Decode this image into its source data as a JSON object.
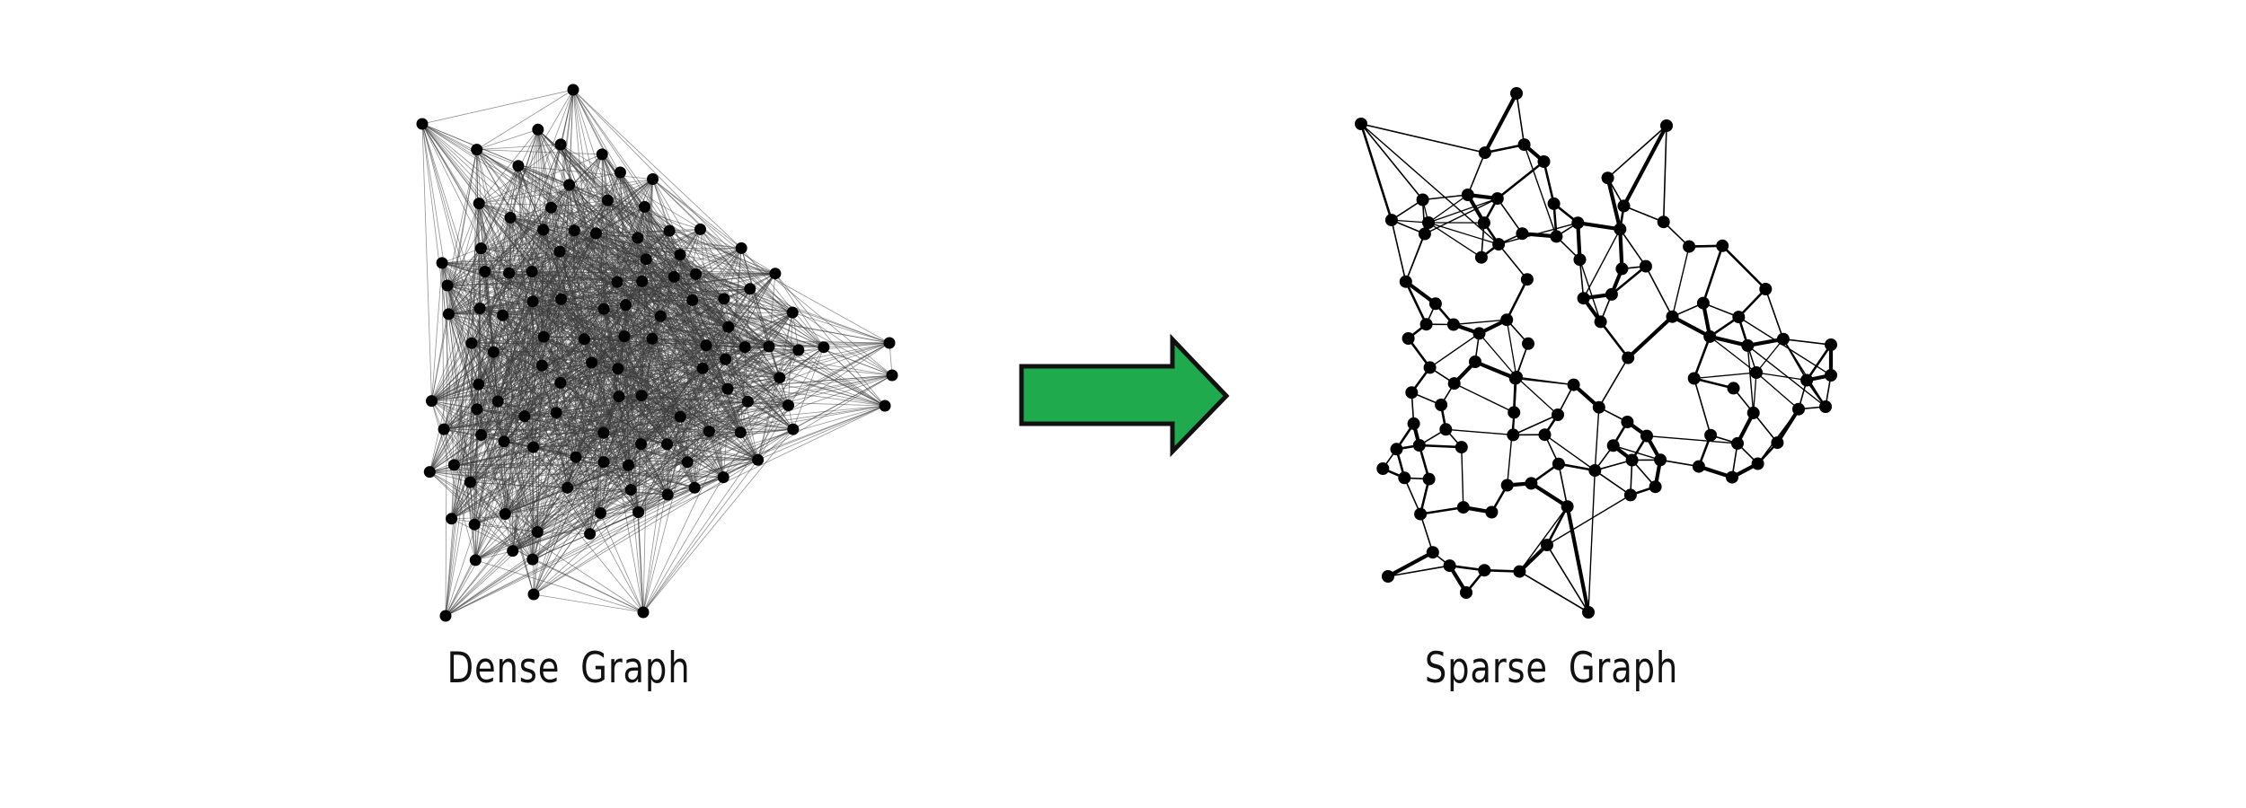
{
  "dense": {
    "label": "Dense Graph",
    "node_count": 118,
    "edge_density": 0.28
  },
  "sparse": {
    "label": "Sparse Graph",
    "node_count": 104
  },
  "arrow": {
    "direction": "right",
    "fill_color": "#1fab4d",
    "stroke_color": "#111111"
  },
  "colors": {
    "node": "#000000",
    "dense_edge": "#3a3a3a",
    "sparse_edge": "#000000",
    "background": "#ffffff"
  }
}
